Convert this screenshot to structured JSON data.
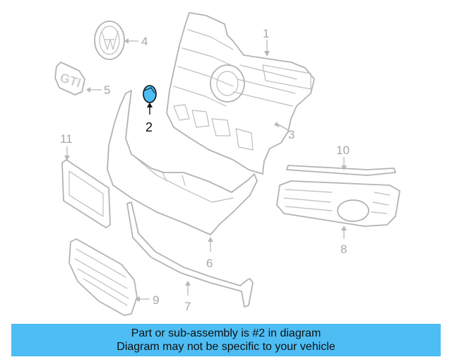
{
  "diagram": {
    "callouts": {
      "c1": "1",
      "c2": "2",
      "c3": "3",
      "c4": "4",
      "c5": "5",
      "c6": "6",
      "c7": "7",
      "c8": "8",
      "c9": "9",
      "c10": "10",
      "c11": "11"
    },
    "highlighted_part": "2",
    "highlight_color": "#4dbdf4",
    "badge_text": "GTI"
  },
  "banner": {
    "line1": "Part or sub-assembly is #2 in diagram",
    "line2": "Diagram may not be specific to your vehicle",
    "color": "#4dbdf4"
  }
}
